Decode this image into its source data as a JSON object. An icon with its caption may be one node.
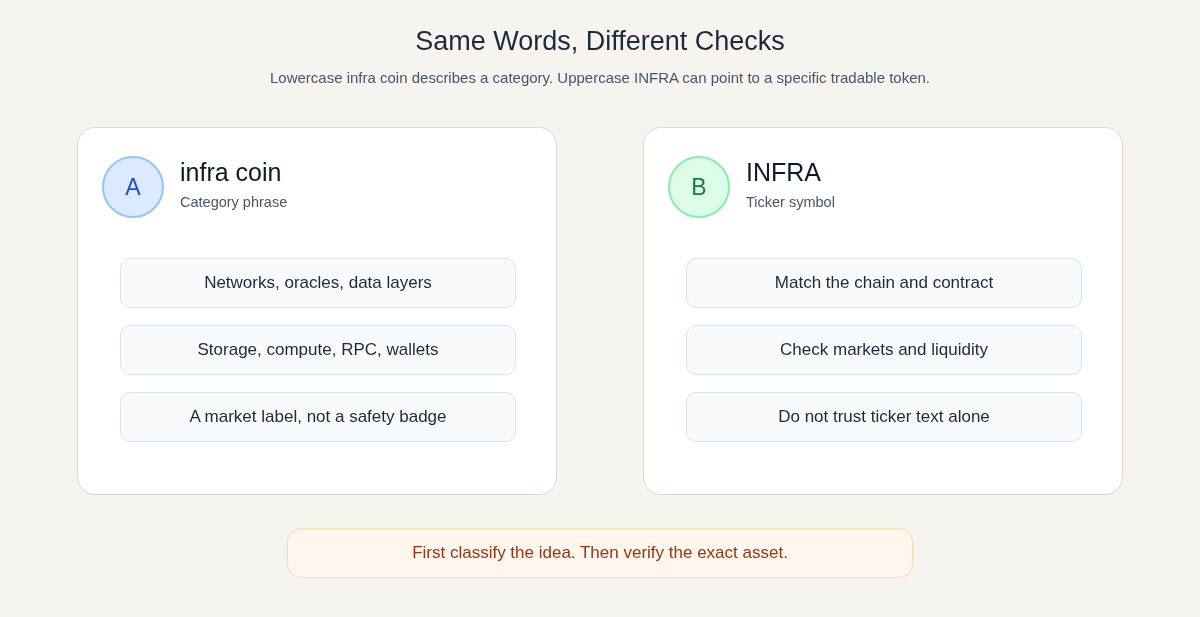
{
  "diagram": {
    "title": "Same Words, Different Checks",
    "nodes": [
      {
        "text": [
          "infra coin",
          "Category phrase"
        ]
      },
      {
        "text": [
          "A"
        ],
        "in": 0
      },
      {
        "text": [
          "Networks, oracles, data layers"
        ],
        "in": 0
      },
      {
        "text": [
          "Storage, compute, RPC, wallets"
        ],
        "in": 0
      },
      {
        "text": [
          "A market label, not a safety badge"
        ],
        "in": 0
      },
      {
        "text": [
          "INFRA",
          "Ticker symbol"
        ]
      },
      {
        "text": [
          "B"
        ],
        "in": 5
      },
      {
        "text": [
          "Match the chain and contract"
        ],
        "in": 5
      },
      {
        "text": [
          "Check markets and liquidity"
        ],
        "in": 5
      },
      {
        "text": [
          "Do not trust ticker text alone"
        ],
        "in": 5
      },
      {
        "text": [
          "First classify the idea. Then verify the exact asset."
        ]
      }
    ],
    "labels": [
      "Lowercase infra coin describes a category. Uppercase INFRA can point to a specific tradable token."
    ]
  }
}
